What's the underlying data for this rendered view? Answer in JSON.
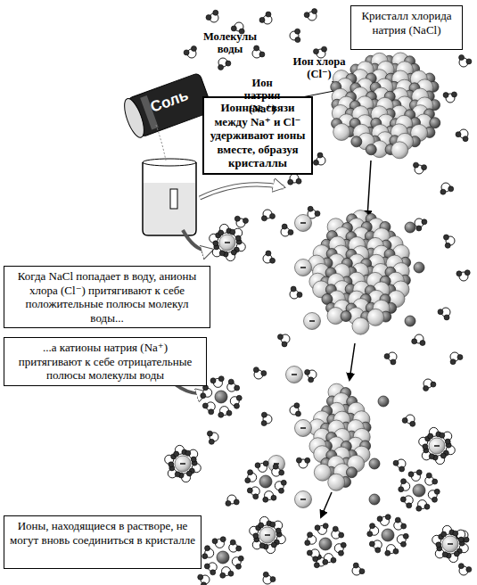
{
  "diagram": {
    "nodes": [
      {
        "text": [
          "Кристалл хлорида натрия (NaCl)"
        ]
      },
      {
        "text": [
          "Ионные связи между Na⁺ и Cl⁻ удерживают ионы вместе, образуя кристаллы"
        ]
      },
      {
        "text": [
          "Когда NaCl попадает в воду, анионы хлора (Cl⁻) притягивают к себе положительные полюсы молекул воды..."
        ]
      },
      {
        "text": [
          "...а катионы натрия (Na⁺) притягивают к себе отрицательные полюсы молекулы воды"
        ]
      },
      {
        "text": [
          "Ионы, находящиеся в растворе, не могут вновь соединиться в кристалле"
        ]
      }
    ],
    "labels": [
      "Молекулы воды",
      "Ион хлора (Cl⁻)",
      "Ион натрия (Na⁺)",
      "Соль"
    ]
  }
}
